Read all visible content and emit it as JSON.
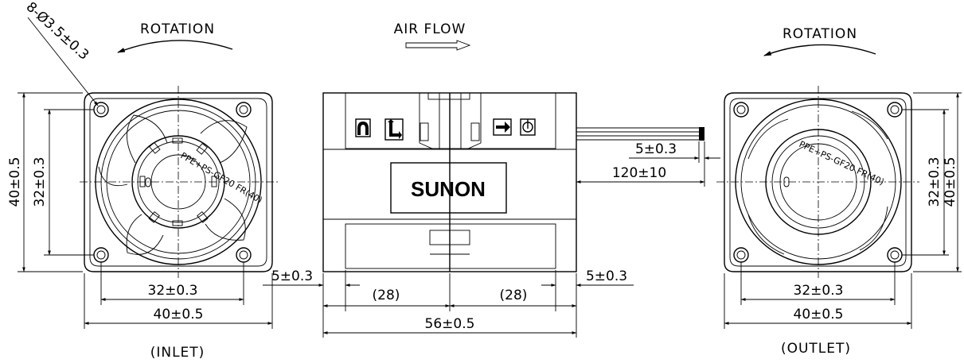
{
  "left_view": {
    "title": "ROTATION",
    "caption": "(INLET)",
    "hole_spec": "8-Ø3.5±0.3",
    "dims": {
      "height_outer": "40±0.5",
      "height_inner": "32±0.3",
      "width_inner": "32±0.3",
      "width_outer": "40±0.5"
    },
    "hub_text": "PPE+PS-GF20 FR(40)"
  },
  "side_view": {
    "title": "AIR FLOW",
    "brand": "SUNON",
    "dims": {
      "flange_left": "5±0.3",
      "half_left": "(28)",
      "half_right": "(28)",
      "flange_right": "5±0.3",
      "total": "56±0.5",
      "wire_end": "5±0.3",
      "wire_length": "120±10"
    }
  },
  "right_view": {
    "title": "ROTATION",
    "caption": "(OUTLET)",
    "dims": {
      "height_inner": "32±0.3",
      "height_outer": "40±0.5",
      "width_inner": "32±0.3",
      "width_outer": "40±0.5"
    },
    "hub_text": "PPE+PS-GF20 FR(40)"
  }
}
